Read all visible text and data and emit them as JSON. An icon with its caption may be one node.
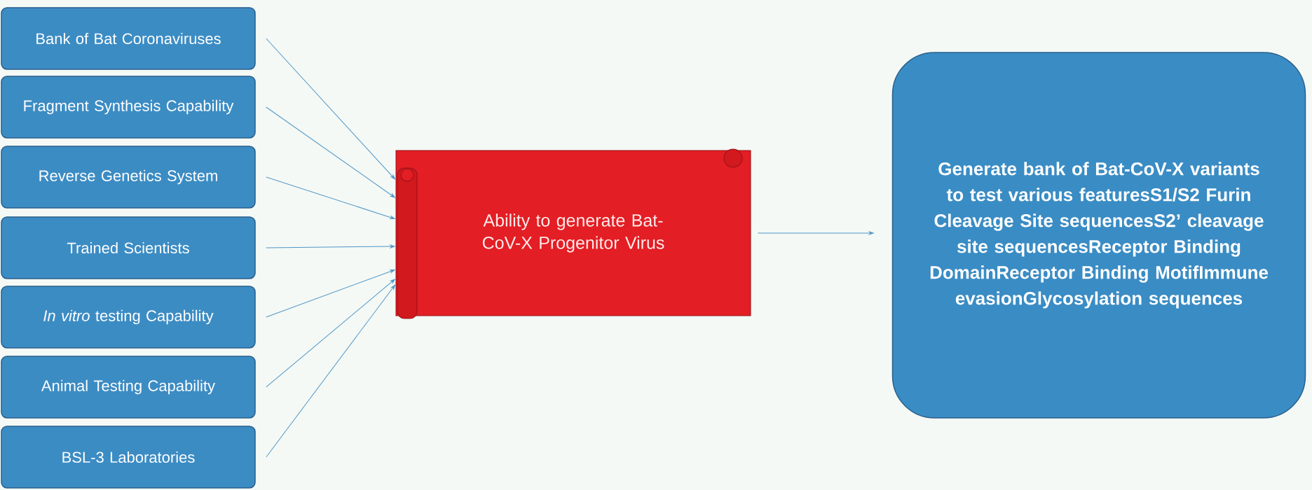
{
  "diagram": {
    "nodes": [
      {
        "text": [
          "Bank of Bat Coronaviruses"
        ]
      },
      {
        "text": [
          "Fragment Synthesis Capability"
        ]
      },
      {
        "text": [
          "Reverse Genetics System"
        ]
      },
      {
        "text": [
          "Trained Scientists"
        ]
      },
      {
        "text": [
          "*In vitro* testing Capability"
        ]
      },
      {
        "text": [
          "Animal Testing Capability"
        ]
      },
      {
        "text": [
          "BSL-3 Laboratories"
        ]
      },
      {
        "text": [
          "Ability to generate Bat-CoV-X Progenitor Virus"
        ]
      },
      {
        "text": [
          "Generate bank of Bat-CoV-X variants to test various featuresS1/S2 Furin Cleavage Site sequencesS2’ cleavage site sequencesReceptor Binding DomainReceptor Binding MotifImmune evasionGlycosylation sequences"
        ]
      }
    ],
    "edges": [
      {
        "from": 0,
        "to": 7,
        "arrow": "to"
      },
      {
        "from": 1,
        "to": 7,
        "arrow": "to"
      },
      {
        "from": 2,
        "to": 7,
        "arrow": "to"
      },
      {
        "from": 3,
        "to": 7,
        "arrow": "to"
      },
      {
        "from": 4,
        "to": 7,
        "arrow": "to"
      },
      {
        "from": 5,
        "to": 7,
        "arrow": "to"
      },
      {
        "from": 6,
        "to": 7,
        "arrow": "to"
      },
      {
        "from": 7,
        "to": 8,
        "arrow": "to"
      }
    ]
  }
}
